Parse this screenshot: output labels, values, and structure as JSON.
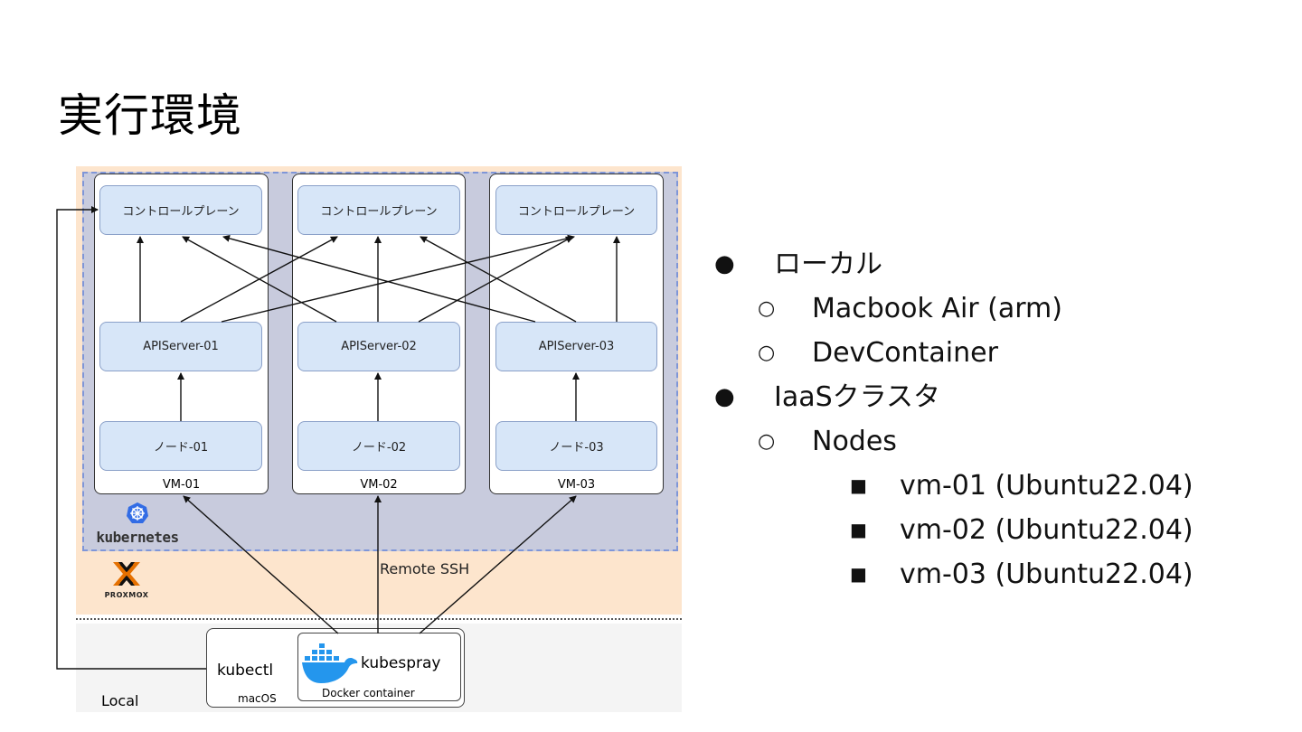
{
  "slide": {
    "title": "実行環境"
  },
  "diagram": {
    "vms": [
      {
        "label": "VM-01",
        "control_plane": "コントロールプレーン",
        "api_server": "APIServer-01",
        "node": "ノード-01"
      },
      {
        "label": "VM-02",
        "control_plane": "コントロールプレーン",
        "api_server": "APIServer-02",
        "node": "ノード-02"
      },
      {
        "label": "VM-03",
        "control_plane": "コントロールプレーン",
        "api_server": "APIServer-03",
        "node": "ノード-03"
      }
    ],
    "kubernetes_logo_text": "kubernetes",
    "proxmox_logo_text": "PROXMOX",
    "remote_ssh_label": "Remote SSH",
    "local_label": "Local",
    "macos": {
      "kubectl_label": "kubectl",
      "label": "macOS"
    },
    "docker": {
      "kubespray_label": "kubespray",
      "label": "Docker container"
    },
    "colors": {
      "proxmox_bg": "#fde5cd",
      "k8s_area": "#c8cbdd",
      "k8s_border": "#7f96d8",
      "component_box": "#d7e6f8",
      "docker_blue": "#2496ed",
      "k8s_blue": "#326ce5",
      "proxmox_orange": "#e57000"
    }
  },
  "bullets": [
    {
      "level": 1,
      "marker": "●",
      "text": "ローカル"
    },
    {
      "level": 2,
      "marker": "○",
      "text": "Macbook Air (arm)"
    },
    {
      "level": 2,
      "marker": "○",
      "text": "DevContainer"
    },
    {
      "level": 1,
      "marker": "●",
      "text": "IaaSクラスタ"
    },
    {
      "level": 2,
      "marker": "○",
      "text": "Nodes"
    },
    {
      "level": 3,
      "marker": "■",
      "text": "vm-01 (Ubuntu22.04)"
    },
    {
      "level": 3,
      "marker": "■",
      "text": "vm-02 (Ubuntu22.04)"
    },
    {
      "level": 3,
      "marker": "■",
      "text": "vm-03 (Ubuntu22.04)"
    }
  ]
}
